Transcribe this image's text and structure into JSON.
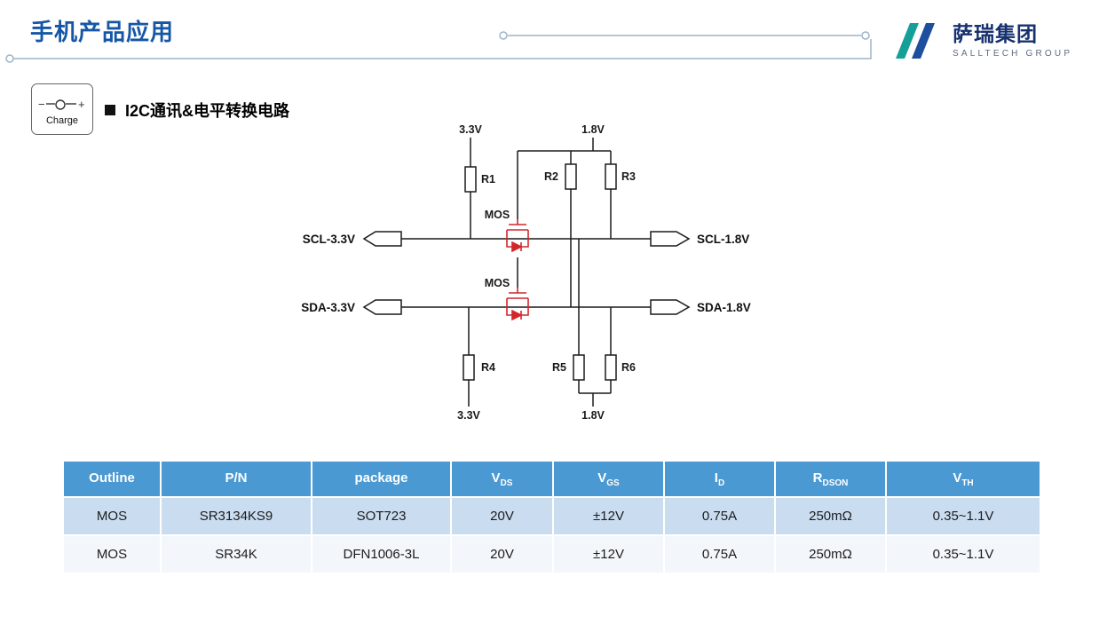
{
  "page": {
    "title": "手机产品应用"
  },
  "logo": {
    "company_cn": "萨瑞集团",
    "company_en": "SALLTECH GROUP"
  },
  "charge_icon": {
    "label": "Charge",
    "minus": "−",
    "plus": "+"
  },
  "section": {
    "heading": "I2C通讯&电平转换电路"
  },
  "circuit": {
    "supply_33": "3.3V",
    "supply_18": "1.8V",
    "mos": "MOS",
    "r1": "R1",
    "r2": "R2",
    "r3": "R3",
    "r4": "R4",
    "r5": "R5",
    "r6": "R6",
    "scl_in": "SCL-3.3V",
    "scl_out": "SCL-1.8V",
    "sda_in": "SDA-3.3V",
    "sda_out": "SDA-1.8V"
  },
  "table": {
    "headers": [
      {
        "main": "Outline",
        "sub": ""
      },
      {
        "main": "P/N",
        "sub": ""
      },
      {
        "main": "package",
        "sub": ""
      },
      {
        "main": "V",
        "sub": "DS"
      },
      {
        "main": "V",
        "sub": "GS"
      },
      {
        "main": "I",
        "sub": "D"
      },
      {
        "main": "R",
        "sub": "DSON"
      },
      {
        "main": "V",
        "sub": "TH"
      }
    ],
    "rows": [
      [
        "MOS",
        "SR3134KS9",
        "SOT723",
        "20V",
        "±12V",
        "0.75A",
        "250mΩ",
        "0.35~1.1V"
      ],
      [
        "MOS",
        "SR34K",
        "DFN1006-3L",
        "20V",
        "±12V",
        "0.75A",
        "250mΩ",
        "0.35~1.1V"
      ]
    ]
  },
  "colors": {
    "title_blue": "#1557a6",
    "header_blue": "#4a99d3",
    "row_light_blue": "#c9dcf0",
    "mos_red": "#d2262b",
    "logo_teal": "#14a099",
    "logo_blue": "#1d4f9e"
  }
}
